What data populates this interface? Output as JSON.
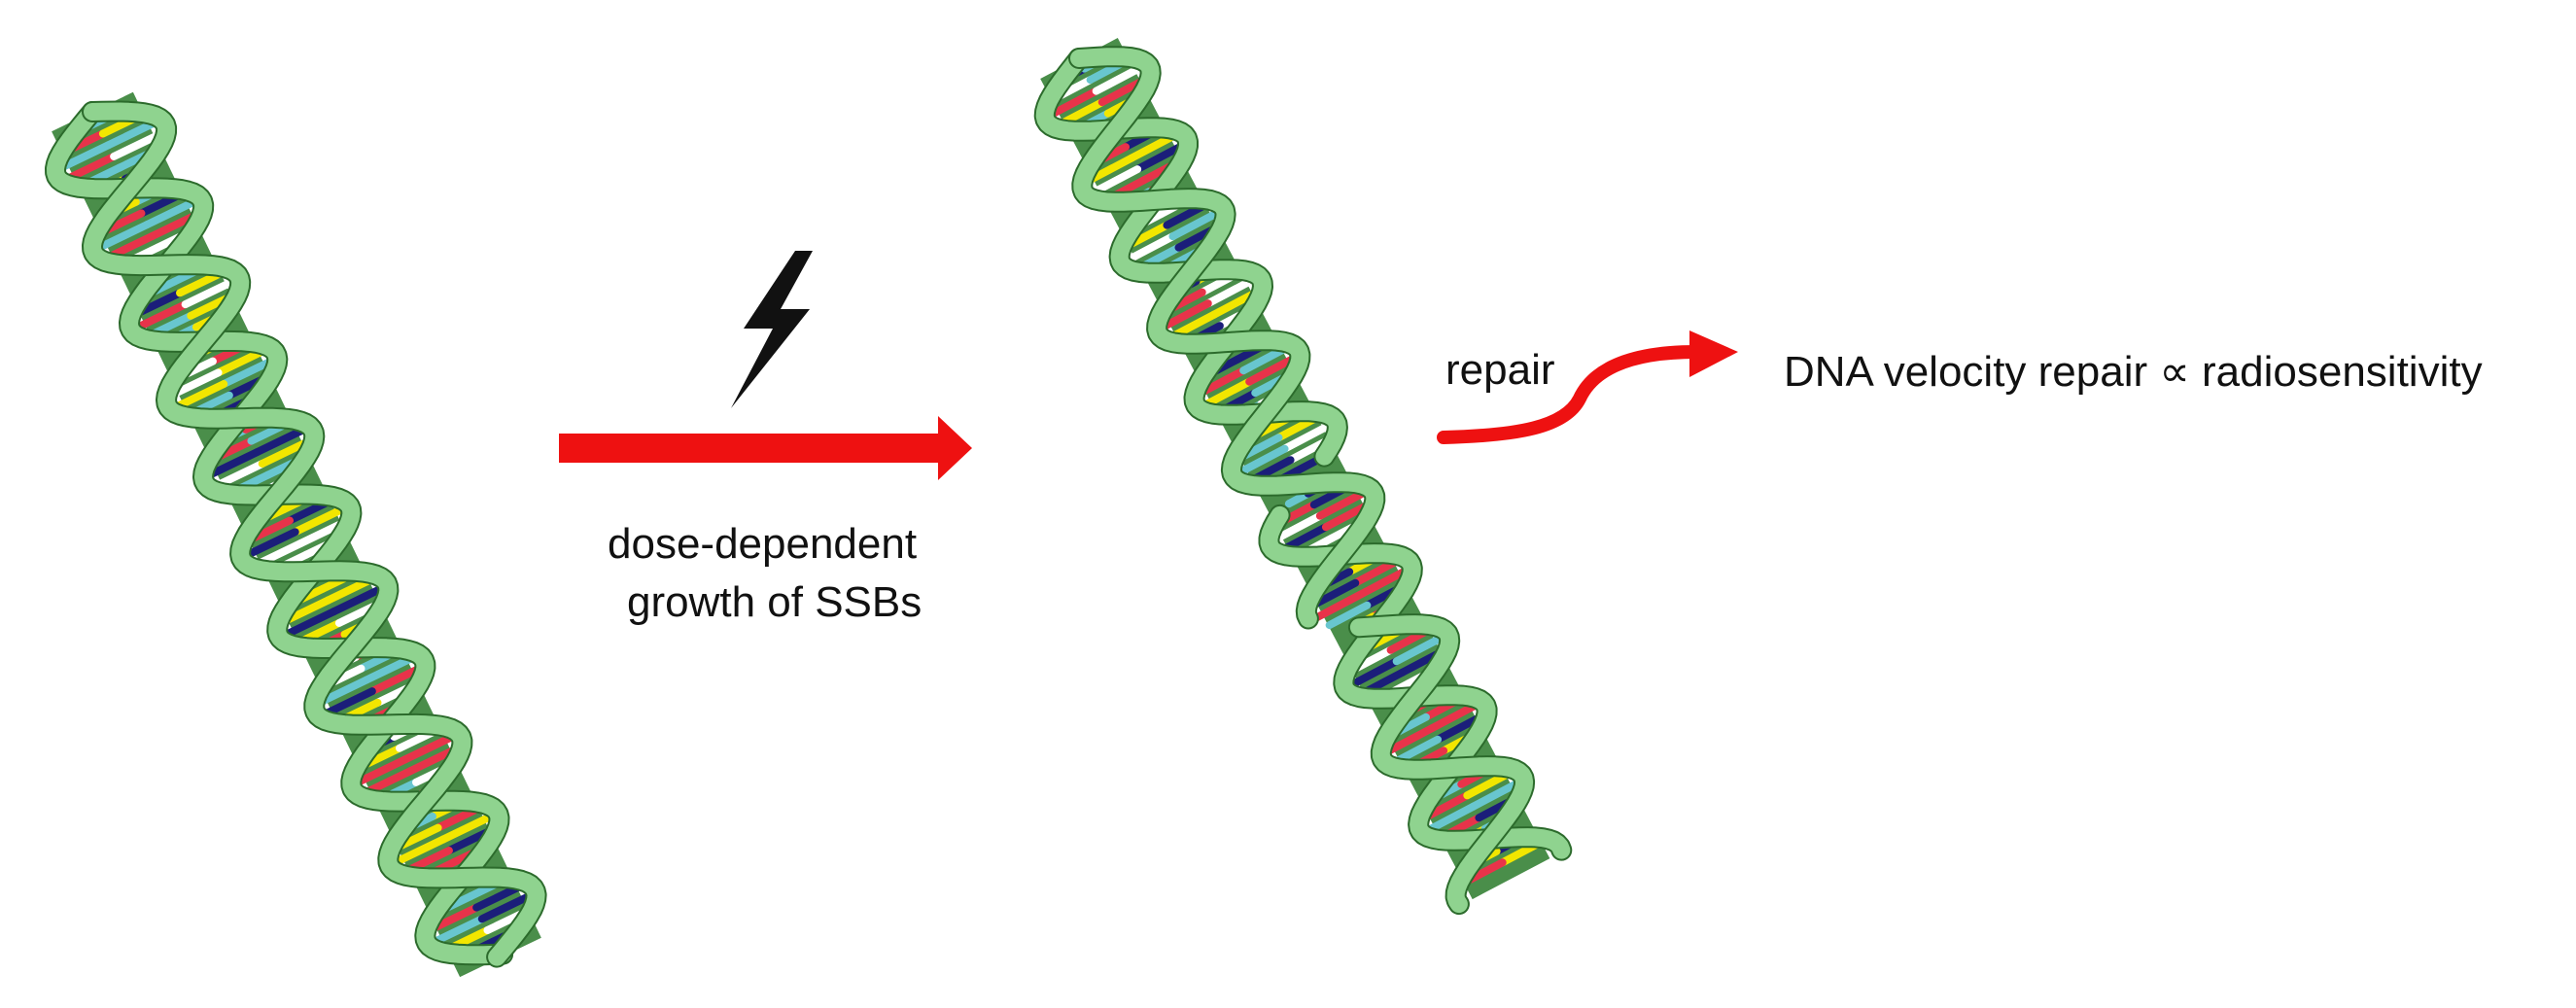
{
  "diagram": {
    "arrow_main_label_line1": "dose-dependent",
    "arrow_main_label_line2": "growth of SSBs",
    "repair_label": "repair",
    "result_label": "DNA velocity repair ∝ radiosensitivity",
    "icons": [
      "lightning-bolt-icon"
    ],
    "colors": {
      "arrow": "#ee1111",
      "backbone_fill": "#8fd38f",
      "backbone_edge": "#2c6b2c",
      "groove_dark": "#2a7a2a",
      "base_red": "#e8334a",
      "base_yellow": "#f2e600",
      "base_cyan": "#68c6cf",
      "base_navy": "#1b1e7a",
      "base_white": "#ffffff",
      "bolt": "#111111"
    }
  }
}
